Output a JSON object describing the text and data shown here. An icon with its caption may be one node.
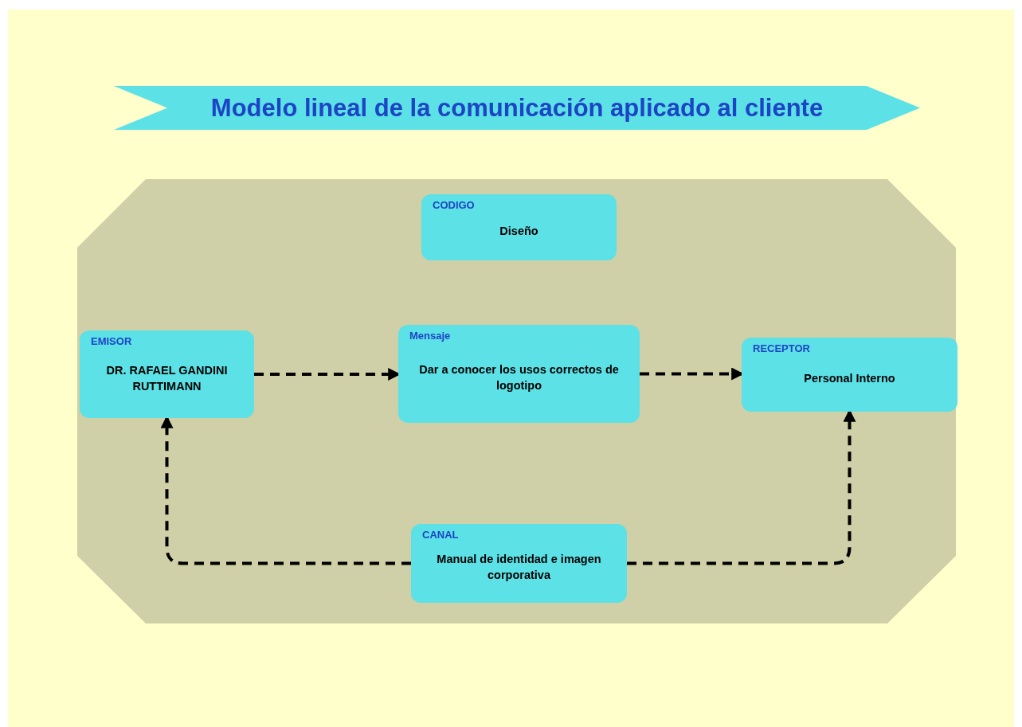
{
  "diagram": {
    "title": "Modelo lineal de la comunicación aplicado al cliente",
    "nodes": [
      {
        "text": [
          "CODIGO",
          "Diseño"
        ]
      },
      {
        "text": [
          "EMISOR",
          "DR. RAFAEL GANDINI RUTTIMANN"
        ]
      },
      {
        "text": [
          "Mensaje",
          "Dar a conocer los usos correctos de logotipo"
        ]
      },
      {
        "text": [
          "RECEPTOR",
          "Personal Interno"
        ]
      },
      {
        "text": [
          "CANAL",
          "Manual de identidad e imagen corporativa"
        ]
      }
    ],
    "edges": [
      {
        "from": 1,
        "to": 2,
        "arrow": "to",
        "style": "dashed"
      },
      {
        "from": 2,
        "to": 3,
        "arrow": "to",
        "style": "dashed"
      },
      {
        "from": 4,
        "to": 1,
        "arrow": "to",
        "style": "dashed"
      },
      {
        "from": 4,
        "to": 3,
        "arrow": "to",
        "style": "dashed"
      }
    ]
  }
}
